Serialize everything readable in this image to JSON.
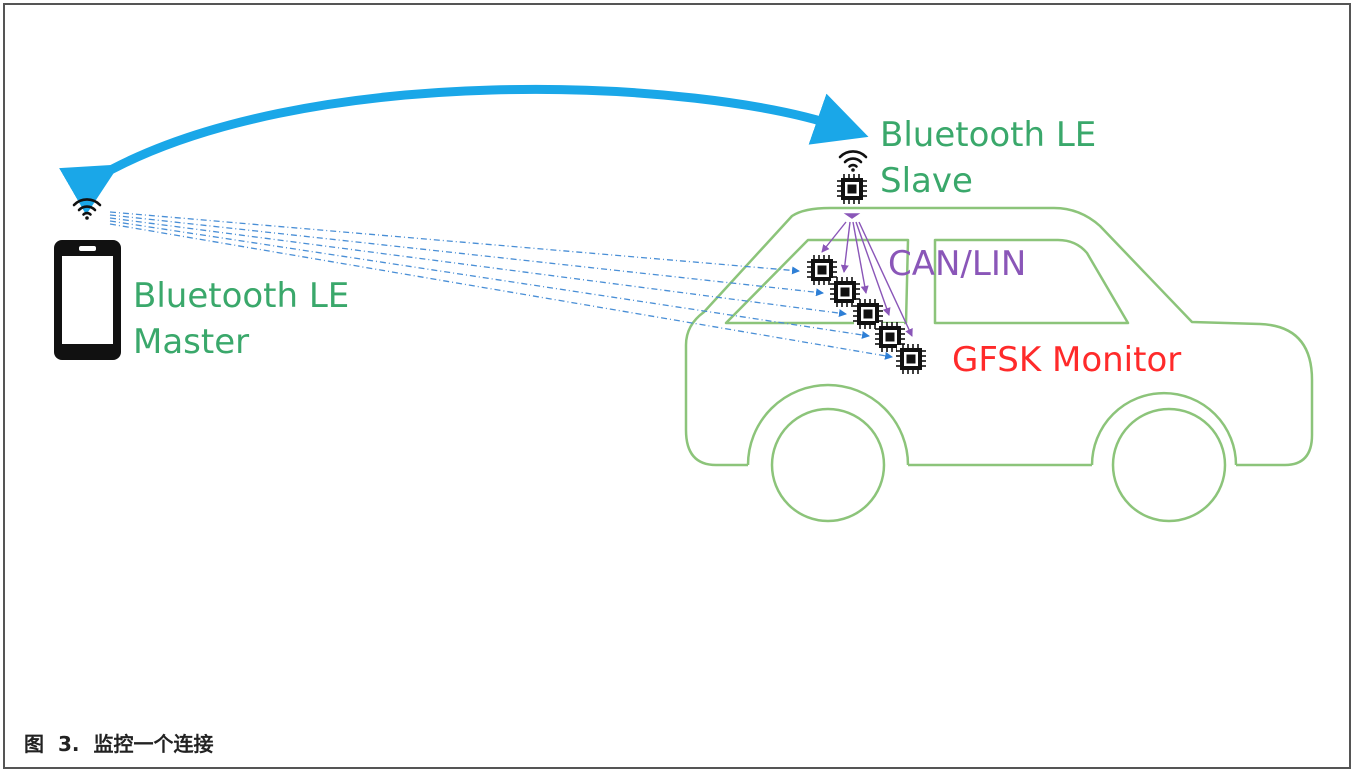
{
  "labels": {
    "slave": [
      "Bluetooth LE",
      "Slave"
    ],
    "master": [
      "Bluetooth LE",
      "Master"
    ],
    "bus": "CAN/LIN",
    "monitor": "GFSK Monitor"
  },
  "caption": {
    "figure": "图",
    "number": "3.",
    "text": "监控一个连接"
  },
  "colors": {
    "link_arrow": "#1aa7e8",
    "car_outline": "#8cc47a",
    "label_green": "#3aa86b",
    "bus_purple": "#8a56b8",
    "monitor_red": "#ff2a2a",
    "dashed_link": "#4a8fd6"
  },
  "icons": [
    "wifi-icon",
    "phone-icon",
    "chip-icon",
    "car-outline"
  ]
}
